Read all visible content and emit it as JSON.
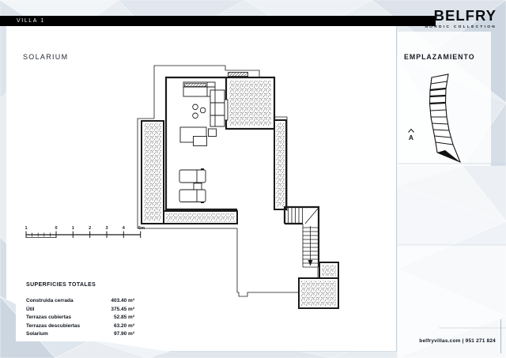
{
  "header": {
    "villa_label": "VILLA 1"
  },
  "brand": {
    "name": "BELFRY",
    "tagline": "NORDIC COLLECTION"
  },
  "plan": {
    "title": "SOLARIUM",
    "north_label": "A"
  },
  "location": {
    "title": "EMPLAZAMIENTO"
  },
  "scalebar": {
    "labels": [
      "1",
      "0",
      "1",
      "2",
      "3",
      "4",
      "5m"
    ]
  },
  "surfaces": {
    "title": "SUPERFICIES TOTALES",
    "rows": [
      {
        "label": "Construida cerrada",
        "value": "403.40 m²"
      },
      {
        "label": "Útil",
        "value": "375.45 m²"
      },
      {
        "label": "Terrazas cubiertas",
        "value": "52.85 m²"
      },
      {
        "label": "Terrazas descubiertas",
        "value": "63.20 m²"
      },
      {
        "label": "Solarium",
        "value": "97.90 m²"
      }
    ]
  },
  "footer": {
    "contact": "belfryvillas.com | 951 271 824"
  },
  "colors": {
    "bar": "#000000",
    "ink": "#10151d",
    "line": "#1a1a1a",
    "texture_base": "#e8edf2"
  }
}
